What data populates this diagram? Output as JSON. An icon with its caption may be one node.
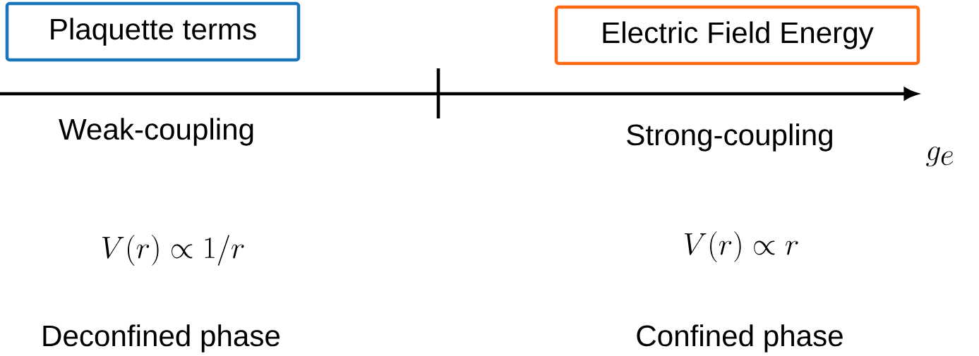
{
  "diagram": {
    "nodes": [
      {
        "text": [
          "Plaquette terms"
        ]
      },
      {
        "text": [
          "Electric Field Energy"
        ]
      }
    ],
    "labels": [
      "Weak-coupling",
      "Strong-coupling",
      "g_e",
      "V(r) \\propto 1/r",
      "V(r) \\propto r",
      "Deconfined phase",
      "Confined phase"
    ]
  }
}
